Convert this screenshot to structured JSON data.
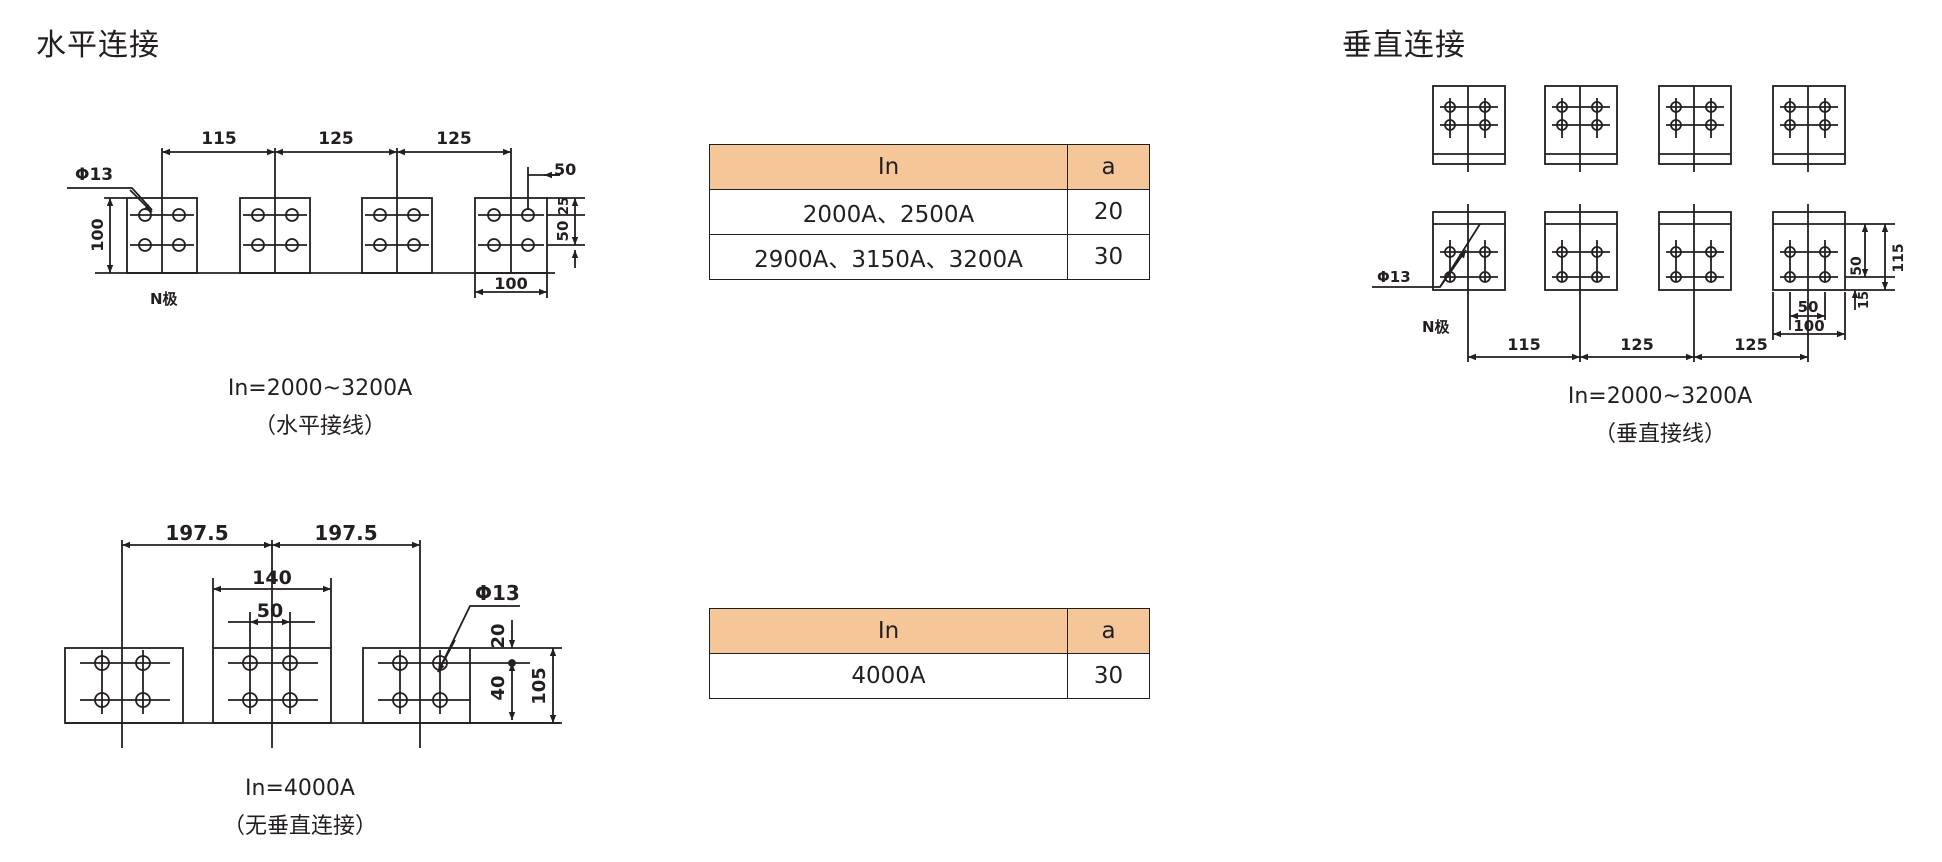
{
  "headings": {
    "horizontal": "水平连接",
    "vertical": "垂直连接"
  },
  "diagram_horizontal": {
    "spacing": [
      "115",
      "125",
      "125"
    ],
    "hole": "Φ13",
    "height": "100",
    "right_dims": [
      "50",
      "25",
      "50"
    ],
    "width": "100",
    "pole": "N极",
    "caption_line1": "In=2000~3200A",
    "caption_line2": "（水平接线）"
  },
  "diagram_vertical": {
    "spacing": [
      "115",
      "125",
      "125"
    ],
    "hole": "Φ13",
    "pole": "N极",
    "right_dims": [
      "50",
      "115",
      "15"
    ],
    "bottom_dims": [
      "50",
      "100"
    ],
    "caption_line1": "In=2000~3200A",
    "caption_line2": "（垂直接线）"
  },
  "diagram_4000": {
    "spacing": [
      "197.5",
      "197.5"
    ],
    "inner_dims": [
      "140",
      "50"
    ],
    "hole": "Φ13",
    "right_dims": [
      "20",
      "40",
      "105"
    ],
    "caption_line1": "In=4000A",
    "caption_line2": "（无垂直连接）"
  },
  "table1": {
    "headers": [
      "In",
      "a"
    ],
    "rows": [
      [
        "2000A、2500A",
        "20"
      ],
      [
        "2900A、3150A、3200A",
        "30"
      ]
    ]
  },
  "table2": {
    "headers": [
      "In",
      "a"
    ],
    "rows": [
      [
        "4000A",
        "30"
      ]
    ]
  }
}
